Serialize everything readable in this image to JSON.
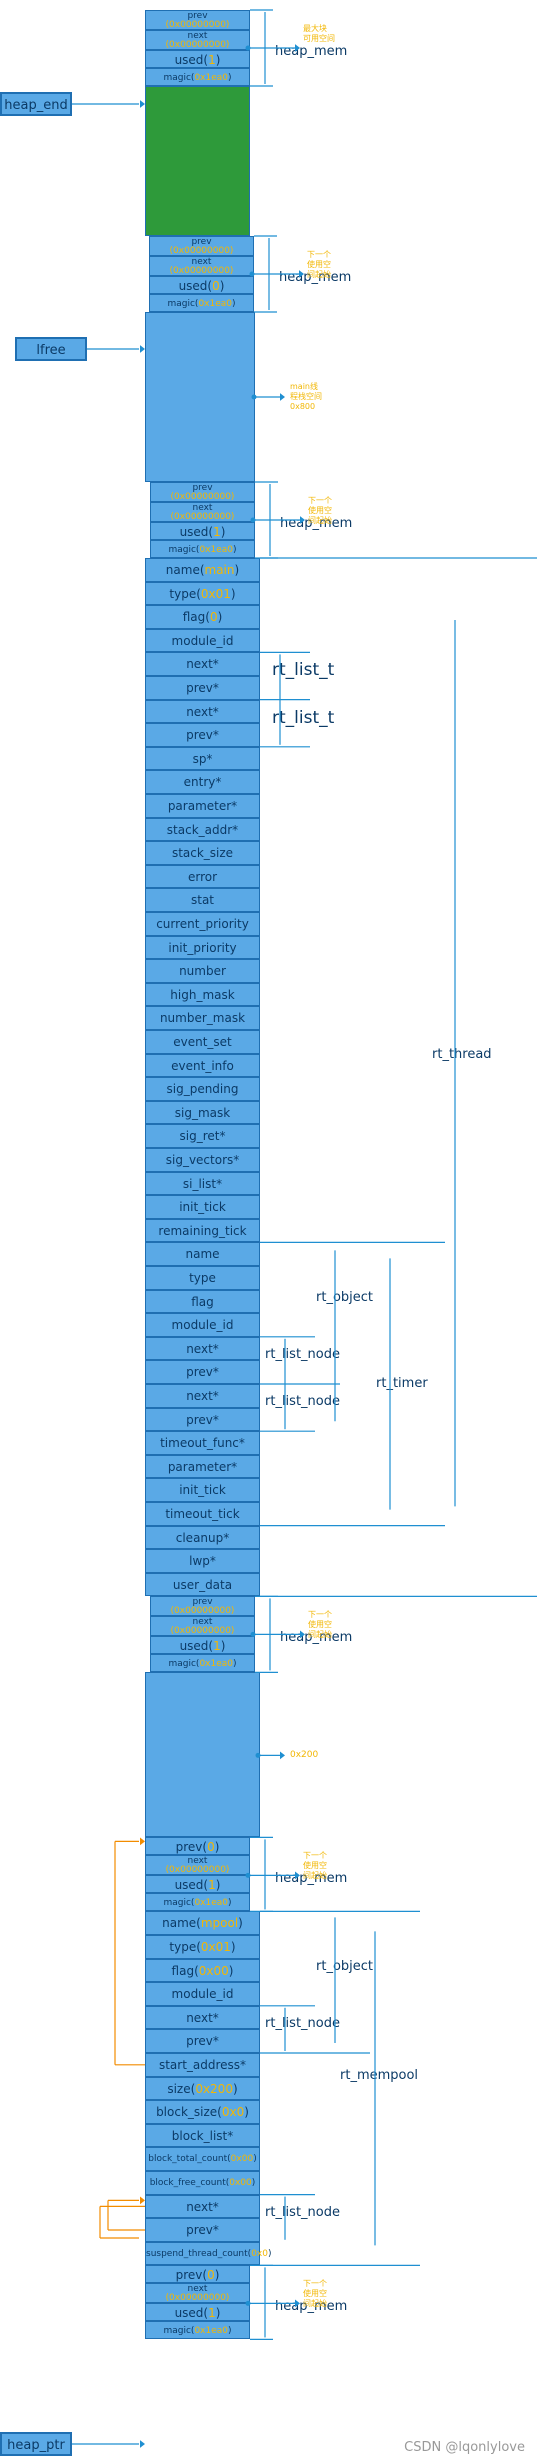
{
  "blocks": {
    "top": {
      "prev": "prev",
      "prev_val": "0x00000000",
      "next": "next",
      "next_val": "0x00000000",
      "used": "used",
      "used_val": "1",
      "magic": "magic",
      "magic_val": "0x1ea0",
      "label": "heap_mem",
      "note": "最大块\n可用空间"
    },
    "b2": {
      "prev": "prev",
      "prev_val": "0x00000000",
      "next": "next",
      "next_val": "0x00000000",
      "used": "used",
      "used_val": "0",
      "magic": "magic",
      "magic_val": "0x1ea0",
      "label": "heap_mem",
      "note": "下一个\n使用空\n间起始"
    },
    "free_area_note": "main线\n程栈空间\n0x800",
    "b3": {
      "prev": "prev",
      "prev_val": "0x00000000",
      "next": "next",
      "next_val": "0x00000000",
      "used": "used",
      "used_val": "1",
      "magic": "magic",
      "magic_val": "0x1ea0",
      "label": "heap_mem",
      "note": "下一个\n使用空\n间起始"
    },
    "b4": {
      "prev": "prev",
      "prev_val": "0x00000000",
      "next": "next",
      "next_val": "0x00000000",
      "used": "used",
      "used_val": "1",
      "magic": "magic",
      "magic_val": "0x1ea0",
      "label": "heap_mem",
      "note": "下一个\n使用空\n间起始"
    },
    "area_0x200": "0x200",
    "b5": {
      "prev": "prev",
      "prev_val": "0",
      "next": "next",
      "next_val": "0x00000000",
      "used": "used",
      "used_val": "1",
      "magic": "magic",
      "magic_val": "0x1ea0",
      "label": "heap_mem",
      "note": "下一个\n使用空\n间起始"
    },
    "b6": {
      "prev": "prev",
      "prev_val": "0",
      "next": "next",
      "next_val": "0x00000000",
      "used": "used",
      "used_val": "1",
      "magic": "magic",
      "magic_val": "0x1ea0",
      "label": "heap_mem",
      "note": "下一个\n使用空\n间起始"
    }
  },
  "pointers": {
    "heap_end": "heap_end",
    "lfree": "lfree",
    "heap_ptr": "heap_ptr"
  },
  "thread": {
    "rows": [
      {
        "k": "name",
        "v": "main"
      },
      {
        "k": "type",
        "v": "0x01"
      },
      {
        "k": "flag",
        "v": "0"
      },
      {
        "k": "module_id",
        "v": ""
      },
      {
        "k": "next*",
        "v": ""
      },
      {
        "k": "prev*",
        "v": ""
      },
      {
        "k": "next*",
        "v": ""
      },
      {
        "k": "prev*",
        "v": ""
      },
      {
        "k": "sp*",
        "v": ""
      },
      {
        "k": "entry*",
        "v": ""
      },
      {
        "k": "parameter*",
        "v": ""
      },
      {
        "k": "stack_addr*",
        "v": ""
      },
      {
        "k": "stack_size",
        "v": ""
      },
      {
        "k": "error",
        "v": ""
      },
      {
        "k": "stat",
        "v": ""
      },
      {
        "k": "current_priority",
        "v": ""
      },
      {
        "k": "init_priority",
        "v": ""
      },
      {
        "k": "number",
        "v": ""
      },
      {
        "k": "high_mask",
        "v": ""
      },
      {
        "k": "number_mask",
        "v": ""
      },
      {
        "k": "event_set",
        "v": ""
      },
      {
        "k": "event_info",
        "v": ""
      },
      {
        "k": "sig_pending",
        "v": ""
      },
      {
        "k": "sig_mask",
        "v": ""
      },
      {
        "k": "sig_ret*",
        "v": ""
      },
      {
        "k": "sig_vectors*",
        "v": ""
      },
      {
        "k": "si_list*",
        "v": ""
      },
      {
        "k": "init_tick",
        "v": ""
      },
      {
        "k": "remaining_tick",
        "v": ""
      },
      {
        "k": "name",
        "v": ""
      },
      {
        "k": "type",
        "v": ""
      },
      {
        "k": "flag",
        "v": ""
      },
      {
        "k": "module_id",
        "v": ""
      },
      {
        "k": "next*",
        "v": ""
      },
      {
        "k": "prev*",
        "v": ""
      },
      {
        "k": "next*",
        "v": ""
      },
      {
        "k": "prev*",
        "v": ""
      },
      {
        "k": "timeout_func*",
        "v": ""
      },
      {
        "k": "parameter*",
        "v": ""
      },
      {
        "k": "init_tick",
        "v": ""
      },
      {
        "k": "timeout_tick",
        "v": ""
      },
      {
        "k": "cleanup*",
        "v": ""
      },
      {
        "k": "lwp*",
        "v": ""
      },
      {
        "k": "user_data",
        "v": ""
      }
    ],
    "label_thread": "rt_thread",
    "label_list1": "rt_list_t",
    "label_list2": "rt_list_t",
    "label_object": "rt_object",
    "label_timer": "rt_timer",
    "label_node1": "rt_list_node",
    "label_node2": "rt_list_node"
  },
  "mempool": {
    "rows": [
      {
        "k": "name",
        "v": "mpool"
      },
      {
        "k": "type",
        "v": "0x01"
      },
      {
        "k": "flag",
        "v": "0x00"
      },
      {
        "k": "module_id",
        "v": ""
      },
      {
        "k": "next*",
        "v": ""
      },
      {
        "k": "prev*",
        "v": ""
      },
      {
        "k": "start_address*",
        "v": ""
      },
      {
        "k": "size",
        "v": "0x200"
      },
      {
        "k": "block_size",
        "v": "0x0"
      },
      {
        "k": "block_list*",
        "v": ""
      },
      {
        "k": "block_total_count",
        "v": "0x00"
      },
      {
        "k": "block_free_count",
        "v": "0x00"
      },
      {
        "k": "next*",
        "v": ""
      },
      {
        "k": "prev*",
        "v": ""
      },
      {
        "k": "suspend_thread_count",
        "v": "0x0"
      }
    ],
    "label_object": "rt_object",
    "label_mempool": "rt_mempool",
    "label_node1": "rt_list_node",
    "label_node2": "rt_list_node"
  },
  "footer": "CSDN @lqonlylove"
}
